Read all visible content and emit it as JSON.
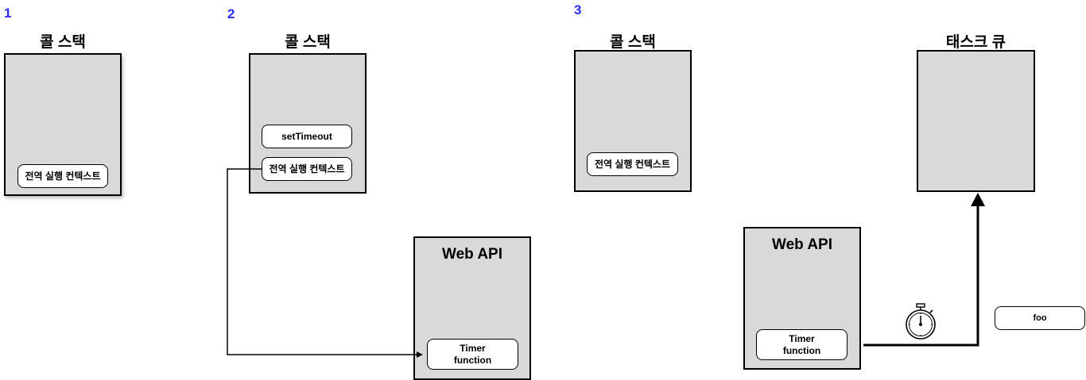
{
  "panel1": {
    "step": "1",
    "call_stack_title": "콜 스택",
    "frames": [
      "전역 실행 컨텍스트"
    ]
  },
  "panel2": {
    "step": "2",
    "call_stack_title": "콜 스택",
    "frames": [
      "setTimeout",
      "전역 실행 컨텍스트"
    ],
    "web_api_title": "Web API",
    "web_api_item": "Timer\nfunction"
  },
  "panel3": {
    "step": "3",
    "call_stack_title": "콜 스택",
    "frames": [
      "전역 실행 컨텍스트"
    ],
    "task_queue_title": "태스크 큐",
    "web_api_title": "Web API",
    "web_api_item": "Timer\nfunction",
    "callback": "foo",
    "timer_icon": "stopwatch-icon"
  },
  "colors": {
    "step_number": "#2b2bf0",
    "box_fill": "#d9d9d9",
    "stroke": "#000000"
  }
}
